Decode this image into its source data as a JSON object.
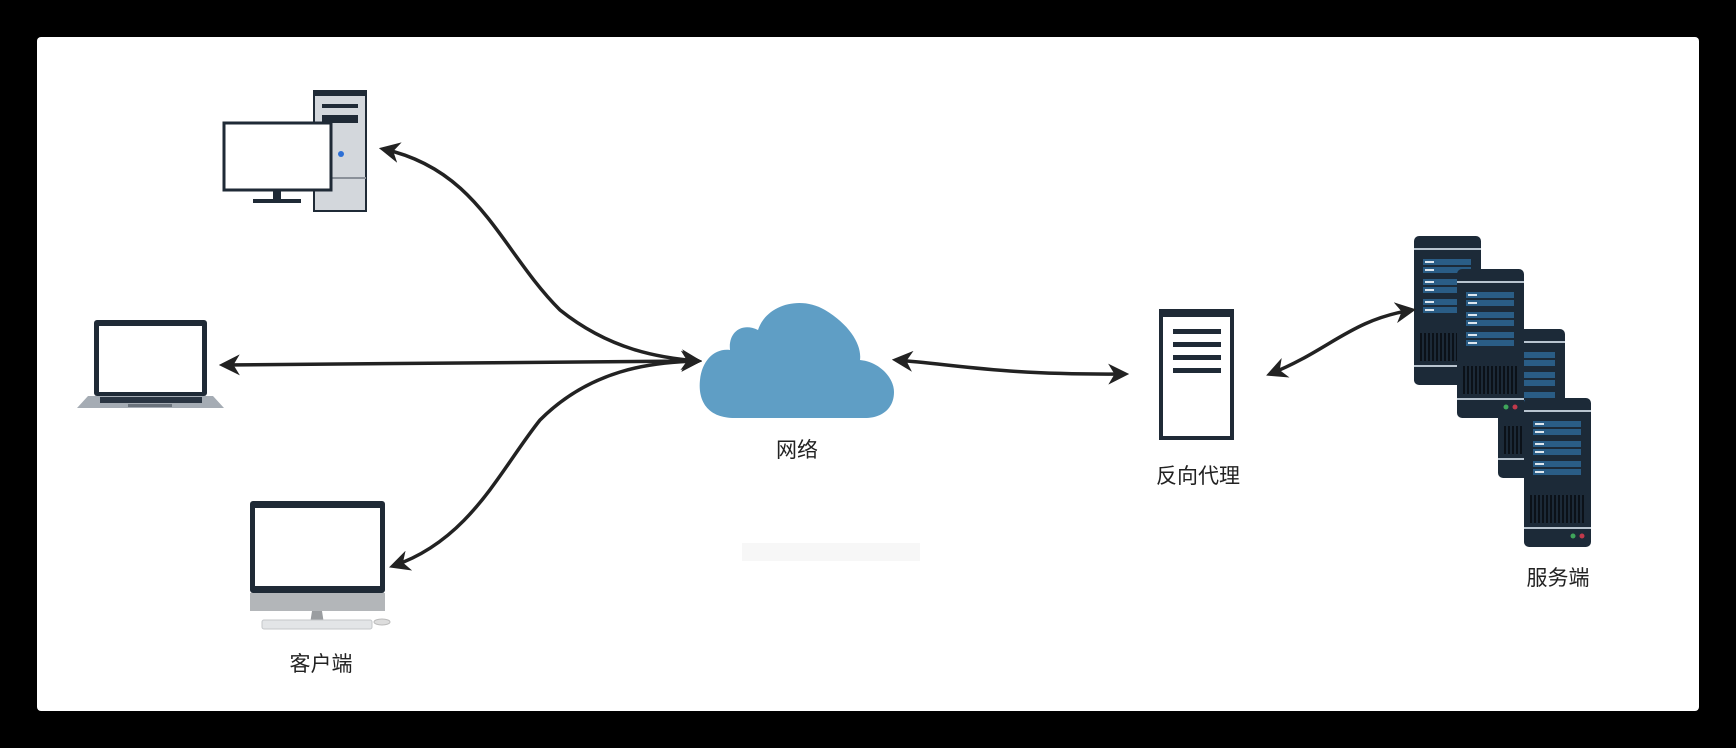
{
  "labels": {
    "clients": "客户端",
    "network": "网络",
    "reverse_proxy": "反向代理",
    "servers": "服务端"
  },
  "colors": {
    "cloud": "#5f9ec5",
    "server_body": "#1c2a38",
    "server_panel": "#2a5d86",
    "arrow": "#222222"
  }
}
